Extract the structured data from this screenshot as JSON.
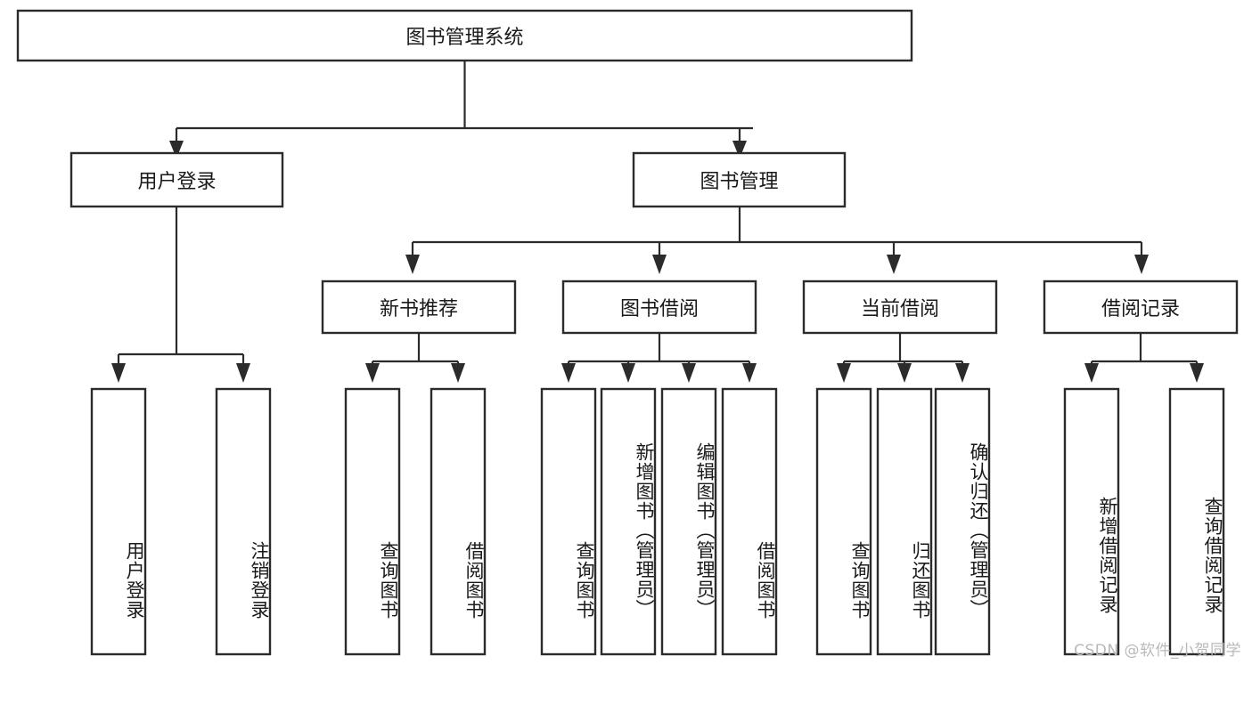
{
  "diagram": {
    "type": "tree",
    "title": "图书管理系统",
    "root": {
      "label": "图书管理系统"
    },
    "level1": [
      {
        "label": "用户登录"
      },
      {
        "label": "图书管理"
      }
    ],
    "level2": [
      {
        "label": "新书推荐"
      },
      {
        "label": "图书借阅"
      },
      {
        "label": "当前借阅"
      },
      {
        "label": "借阅记录"
      }
    ],
    "leaves": {
      "user_login": [
        {
          "label": "用户登录"
        },
        {
          "label": "注销登录"
        }
      ],
      "new_book_recommend": [
        {
          "label": "查询图书"
        },
        {
          "label": "借阅图书"
        }
      ],
      "book_borrow": [
        {
          "label": "查询图书"
        },
        {
          "label": "新增图书（管理员）"
        },
        {
          "label": "编辑图书（管理员）"
        },
        {
          "label": "借阅图书"
        }
      ],
      "current_borrow": [
        {
          "label": "查询图书"
        },
        {
          "label": "归还图书"
        },
        {
          "label": "确认归还（管理员）"
        }
      ],
      "borrow_record": [
        {
          "label": "新增借阅记录"
        },
        {
          "label": "查询借阅记录"
        }
      ]
    }
  },
  "watermark": {
    "text": "CSDN @软件_小贺同学"
  },
  "colors": {
    "box_stroke": "#2b2b2b",
    "box_fill": "#ffffff",
    "text": "#1a1a1a",
    "connector": "#2b2b2b",
    "watermark": "#b9b9b9",
    "background": "#ffffff"
  }
}
